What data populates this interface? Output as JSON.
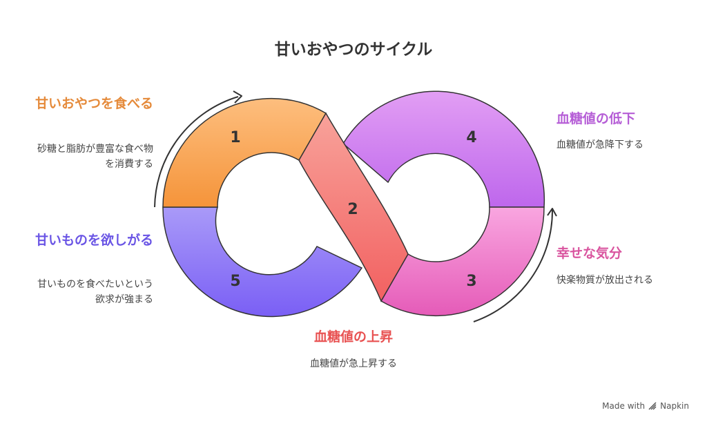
{
  "title": "甘いおやつのサイクル",
  "steps": [
    {
      "number": "1",
      "label": "甘いおやつを食べる",
      "description": "砂糖と脂肪が豊富な食べ物を消費する",
      "color": "#F5943A"
    },
    {
      "number": "2",
      "label": "血糖値の上昇",
      "description": "血糖値が急上昇する",
      "color": "#F26161"
    },
    {
      "number": "3",
      "label": "幸せな気分",
      "description": "快楽物質が放出される",
      "color": "#E55BB8"
    },
    {
      "number": "4",
      "label": "血糖値の低下",
      "description": "血糖値が急降下する",
      "color": "#B863E8"
    },
    {
      "number": "5",
      "label": "甘いものを欲しがる",
      "description": "甘いものを食べたいという欲求が強まる",
      "color": "#7A5FF5"
    }
  ],
  "footer": {
    "made_with": "Made with",
    "brand": "Napkin"
  }
}
